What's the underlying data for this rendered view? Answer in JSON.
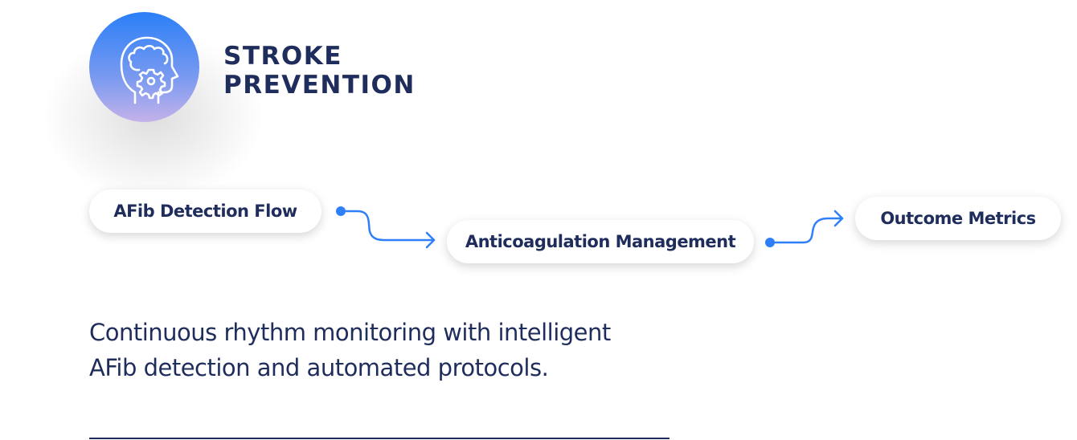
{
  "header": {
    "title_line1": "STROKE",
    "title_line2": "PREVENTION",
    "icon": "head-gear-icon"
  },
  "flow": {
    "steps": [
      {
        "label": "AFib Detection Flow"
      },
      {
        "label": "Anticoagulation Management"
      },
      {
        "label": "Outcome Metrics"
      }
    ]
  },
  "description": {
    "line1": "Continuous rhythm monitoring with intelligent",
    "line2": "AFib detection and automated protocols."
  },
  "colors": {
    "accent": "#2f80f8",
    "text": "#1f2d5c",
    "gradient_end": "#c4b2ea"
  }
}
